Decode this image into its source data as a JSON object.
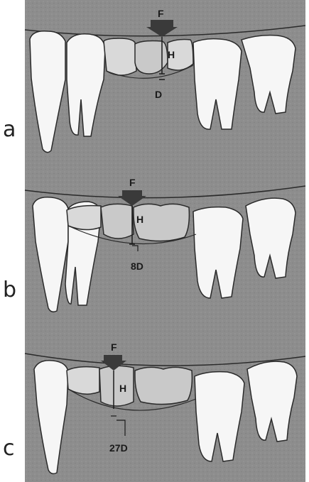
{
  "panels": [
    {
      "label": "a",
      "force": "F",
      "height": "H",
      "deflection": "D"
    },
    {
      "label": "b",
      "force": "F",
      "height": "H",
      "deflection": "8D"
    },
    {
      "label": "c",
      "force": "F",
      "height": "H",
      "deflection": "27D"
    }
  ],
  "colors": {
    "background": "#8b8b8b",
    "tooth": "#f6f6f6",
    "pontic": "#c9c9c9",
    "crown": "#d9d9d9",
    "outline": "#2a2a2a",
    "arrow": "#3a3a3a"
  }
}
